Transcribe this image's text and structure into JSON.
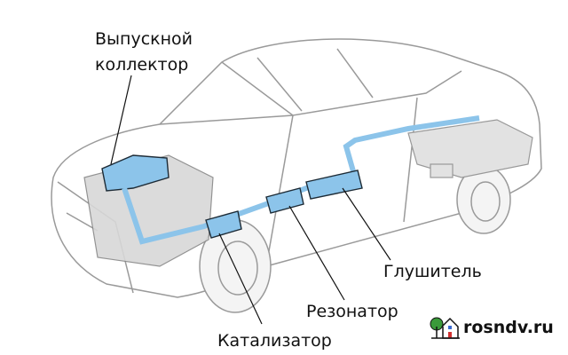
{
  "labels": {
    "manifold_line1": "Выпускной",
    "manifold_line2": "коллектор",
    "muffler": "Глушитель",
    "resonator": "Резонатор",
    "catalyst": "Катализатор"
  },
  "watermark": {
    "text": "rosndv.ru",
    "icon": "house-tree-icon"
  },
  "colors": {
    "exhaust": "#8cc4ea",
    "outline": "#9a9a9a"
  }
}
